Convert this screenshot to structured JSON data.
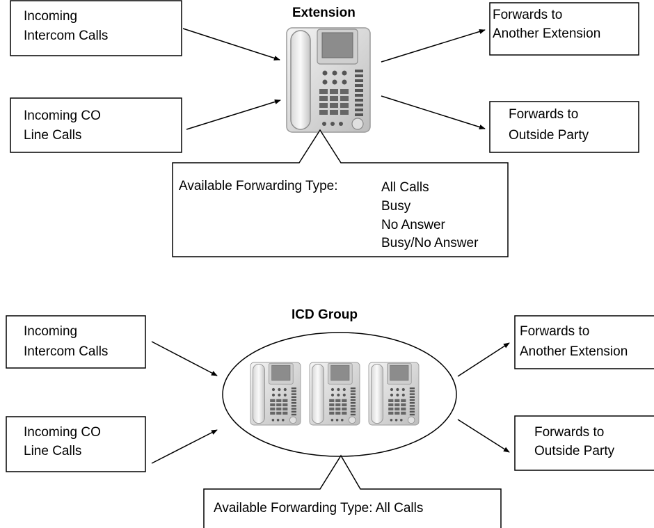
{
  "extension_section": {
    "title": "Extension",
    "inputs": [
      {
        "line1": "Incoming",
        "line2": "Intercom Calls"
      },
      {
        "line1": "Incoming CO",
        "line2": "Line Calls"
      }
    ],
    "outputs": [
      {
        "line1": "Forwards to",
        "line2": "Another Extension"
      },
      {
        "line1": "Forwards to",
        "line2": "Outside Party"
      }
    ],
    "forwarding": {
      "label": "Available Forwarding Type:",
      "types": [
        "All Calls",
        "Busy",
        "No Answer",
        "Busy/No Answer"
      ]
    }
  },
  "icd_section": {
    "title": "ICD Group",
    "inputs": [
      {
        "line1": "Incoming",
        "line2": "Intercom Calls"
      },
      {
        "line1": "Incoming CO",
        "line2": "Line Calls"
      }
    ],
    "outputs": [
      {
        "line1": "Forwards to",
        "line2": "Another Extension"
      },
      {
        "line1": "Forwards to",
        "line2": "Outside Party"
      }
    ],
    "forwarding": {
      "label": "Available Forwarding Type: All Calls"
    }
  }
}
